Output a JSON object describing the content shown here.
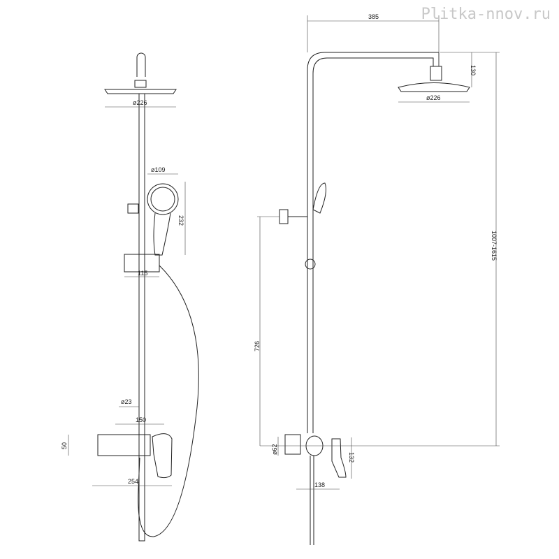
{
  "watermark": "Plitka-nnov.ru",
  "front_view": {
    "rain_shower_diameter": "ø226",
    "hand_shower_diameter": "ø109",
    "hand_shower_height": "232",
    "holder_width": "115",
    "rail_diameter": "ø23",
    "mixer_width": "150",
    "mixer_height": "50",
    "mixer_depth": "254"
  },
  "side_view": {
    "arm_reach": "385",
    "head_drop": "130",
    "rain_shower_diameter": "ø226",
    "total_height": "1007-1615",
    "mount_height": "726",
    "escutcheon_diameter": "ø62",
    "mixer_height": "132",
    "mixer_projection": "138"
  }
}
